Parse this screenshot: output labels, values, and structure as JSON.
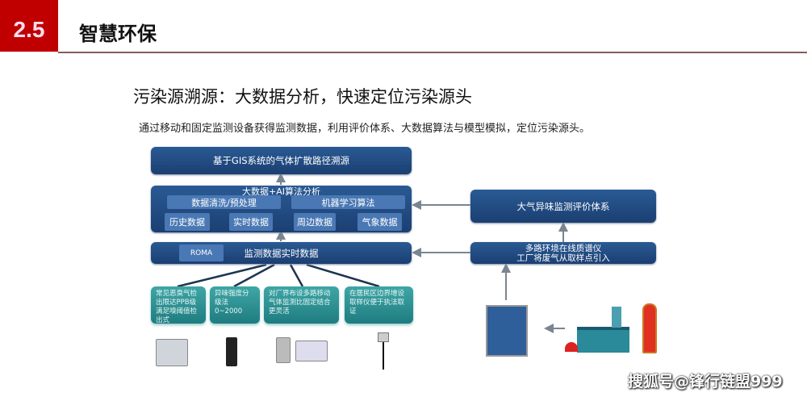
{
  "header": {
    "section_number": "2.5",
    "section_title": "智慧环保"
  },
  "title": "污染源溯源：大数据分析，快速定位污染源头",
  "subtitle": "通过移动和固定监测设备获得监测数据，利用评价体系、大数据算法与模型模拟，定位污染源头。",
  "diagram": {
    "gis_box": "基于GIS系统的气体扩散路径溯源",
    "ai_box": {
      "label": "大数据+AI算法分析",
      "modules": [
        "数据清洗/预处理",
        "机器学习算法"
      ],
      "data_sources": [
        "历史数据",
        "实时数据",
        "周边数据",
        "气象数据"
      ]
    },
    "monitor_box": {
      "tag": "ROMA",
      "label": "监测数据实时数据"
    },
    "devices": [
      "常见恶臭气检出限达PPB级满足嗅阈值检出式",
      "异味强度分级法0~2000",
      "对厂界布设多路移动气体监测比固定结合更灵活",
      "在居民区边界增设取样仪便于执法取证"
    ],
    "eval_box": "大气异味监测评价体系",
    "spectro_box": [
      "多路环境在线质谱仪",
      "工厂将废气从取样点引入"
    ]
  },
  "watermark": "搜狐号@锋行链盟999",
  "colors": {
    "accent": "#c00000",
    "box_blue": "#1f4a80",
    "teal": "#2a8f92"
  }
}
